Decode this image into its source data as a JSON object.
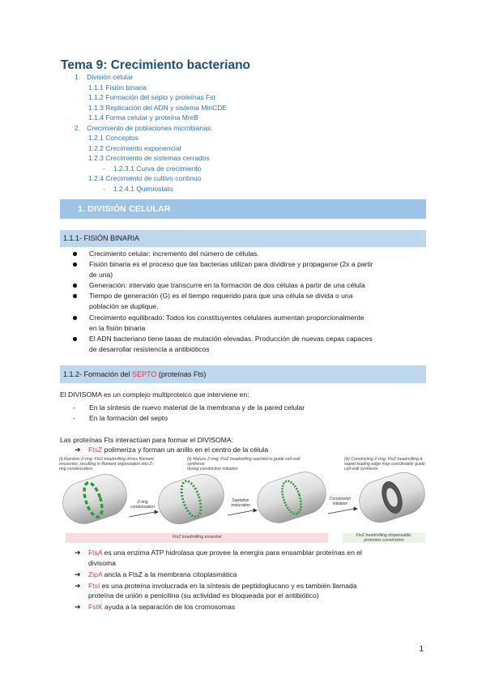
{
  "title": "Tema 9:  Crecimiento bacteriano",
  "toc": [
    {
      "num": "1.",
      "label": "División celular"
    },
    {
      "num": "",
      "label": "1.1.1 Fisión binaria"
    },
    {
      "num": "",
      "label": "1.1.2 Formación del septo y proteínas Fst"
    },
    {
      "num": "",
      "label": "1.1.3 Replicación del ADN y sistema MinCDE"
    },
    {
      "num": "",
      "label": "1.1.4 Forma celular y proteína MreB"
    },
    {
      "num": "2.",
      "label": "Crecimiento de poblaciones microbianas."
    },
    {
      "num": "",
      "label": "1.2.1 Conceptos"
    },
    {
      "num": "",
      "label": "1.2.2 Crecimiento exponencial"
    },
    {
      "num": "",
      "label": "1.2.3 Crecimiento de sistemas cerrados"
    },
    {
      "num": "-",
      "label": "1.2.3.1 Curva de crecimiento"
    },
    {
      "num": "",
      "label": "1.2.4 Crecimiento de cultivo continuo"
    },
    {
      "num": "-",
      "label": "1.2.4.1 Quimiostato"
    }
  ],
  "section1": "1.  DIVISIÓN CELULAR",
  "sub1": "1.1.1- FISIÓN BINARIA",
  "bullets1": [
    "Crecimiento celular: incremento del número de células.",
    "Fisión binaria es el proceso que las bacterias utilizan para dividirse y propagarse (2x a partir",
    "de una)",
    "Generación: intervalo que transcurre en la formación de dos células a partir de una célula",
    "Tiempo de generación (G) es el tiempo requerido para que una célula se divida o una",
    "población se duplique.",
    "Crecimiento equilibrado: Todos los constituyentes celulares aumentan proporcionalmente",
    "en la fisión binaria",
    "El ADN bacteriano tiene tasas de mutación elevadas. Producción de nuevas cepas capaces",
    "de desarrollar resistencia a antibióticos"
  ],
  "sub2": {
    "pre": "1.1.2- Formación del ",
    "red": "SEPTO",
    "post": " (proteínas Fts)"
  },
  "divisoma_intro": "El DIVISOMA es un complejo multiproteico que interviene en:",
  "divisoma_items": [
    "En la síntesis de nuevo material de la membrana y de la pared celular",
    "En la formación del septo"
  ],
  "fts_intro": "Las proteínas Fts interactúan para formar el DIVISOMA:",
  "ftsz": {
    "name": "FtsZ",
    "text": " polimeriza y forman un anillo en el centro de la célula"
  },
  "figure": {
    "captions": [
      "(i) Random Z-ring: FtsZ treadmilling drives filament\nencounter, resulting in filament organization into Z-\nring condensation",
      "(ii) Mature Z-ring: FtsZ treadmilling reached to guide cell wall synthesis\nduring constriction initiation",
      "(iii) Constricting Z-ring: FtsZ treadmilling &\nseptal leading edge may coordinately guide\ncell wall synthesis"
    ],
    "steps": [
      "Z-ring\ncondensation",
      "Septation\nmaturation",
      "Constriction\ninitiation"
    ],
    "band_left": "FtsZ treadmilling essential",
    "band_right": "FtsZ treadmilling dispensable,\npromotes constriction",
    "colors": {
      "band_left": "#f8dede",
      "band_right": "#eaf4e5",
      "ring": "#2e9b3a"
    }
  },
  "fts_items": [
    {
      "name": "FtsA",
      "text": " es una enzima ATP hidrolasa que provee la energía para ensamblar proteínas en el"
    },
    {
      "name": "",
      "text": "divisoma"
    },
    {
      "name": "ZipA",
      "text": " ancla a FtsZ a la membrana citoplasmática"
    },
    {
      "name": "FtsI",
      "text": " es una proteína involucrada en la síntesis de peptidoglucano y es también llamada"
    },
    {
      "name": "",
      "text": "proteína de unión a penicilina (su actividad es bloqueada por el antibiótico)"
    },
    {
      "name": "FstK",
      "text": " ayuda a la separación de los cromosomas"
    }
  ],
  "page_number": "1"
}
